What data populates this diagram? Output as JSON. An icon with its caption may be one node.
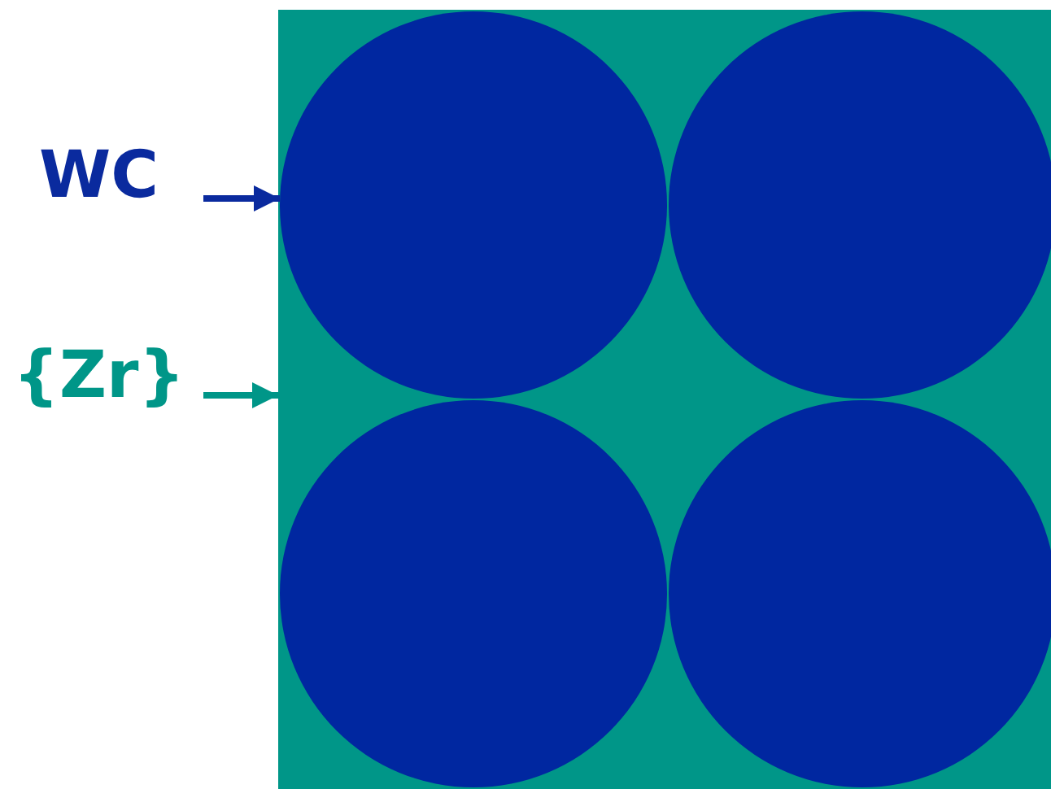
{
  "diagram": {
    "nodes": [
      {
        "text": [
          "WC"
        ]
      },
      {
        "text": [
          "{Zr}"
        ]
      },
      {
        "text": [],
        "shape": "box"
      },
      {
        "text": [],
        "shape": "circle",
        "in": 2
      },
      {
        "text": [],
        "shape": "circle",
        "in": 2
      },
      {
        "text": [],
        "shape": "circle",
        "in": 2
      },
      {
        "text": [],
        "shape": "circle",
        "in": 2
      }
    ],
    "edges": [
      {
        "from": 0,
        "to": 3,
        "arrow": "to",
        "color": "#0a2a9e"
      },
      {
        "from": 1,
        "to": 2,
        "arrow": "to",
        "color": "#009688"
      }
    ]
  }
}
